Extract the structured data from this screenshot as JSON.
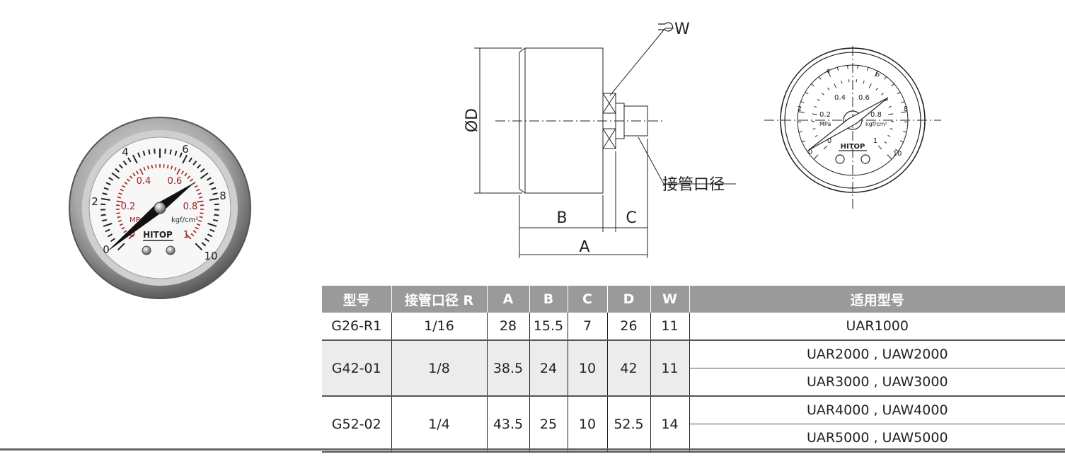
{
  "gauge_face": {
    "outer_scale": [
      "0",
      "2",
      "4",
      "6",
      "8",
      "10"
    ],
    "inner_scale": [
      "0",
      "0.2",
      "0.4",
      "0.6",
      "0.8",
      "1"
    ],
    "unit_mpa": "MPa",
    "unit_kgf": "kgf/cm²",
    "brand": "HITOP"
  },
  "drawing": {
    "dim_diameter": "ØD",
    "dim_w": "W",
    "dim_a": "A",
    "dim_b": "B",
    "dim_c": "C",
    "port_label": "接管口径"
  },
  "table": {
    "headers": [
      "型号",
      "接管口径 R",
      "A",
      "B",
      "C",
      "D",
      "W",
      "适用型号"
    ],
    "rows": [
      {
        "model": "G26-R1",
        "port": "1/16",
        "a": "28",
        "b": "15.5",
        "c": "7",
        "d": "26",
        "w": "11",
        "applicable": [
          "UAR1000"
        ]
      },
      {
        "model": "G42-01",
        "port": "1/8",
        "a": "38.5",
        "b": "24",
        "c": "10",
        "d": "42",
        "w": "11",
        "applicable": [
          "UAR2000 , UAW2000",
          "UAR3000 , UAW3000"
        ]
      },
      {
        "model": "G52-02",
        "port": "1/4",
        "a": "43.5",
        "b": "25",
        "c": "10",
        "d": "52.5",
        "w": "14",
        "applicable": [
          "UAR4000 , UAW4000",
          "UAR5000 , UAW5000"
        ]
      }
    ]
  }
}
